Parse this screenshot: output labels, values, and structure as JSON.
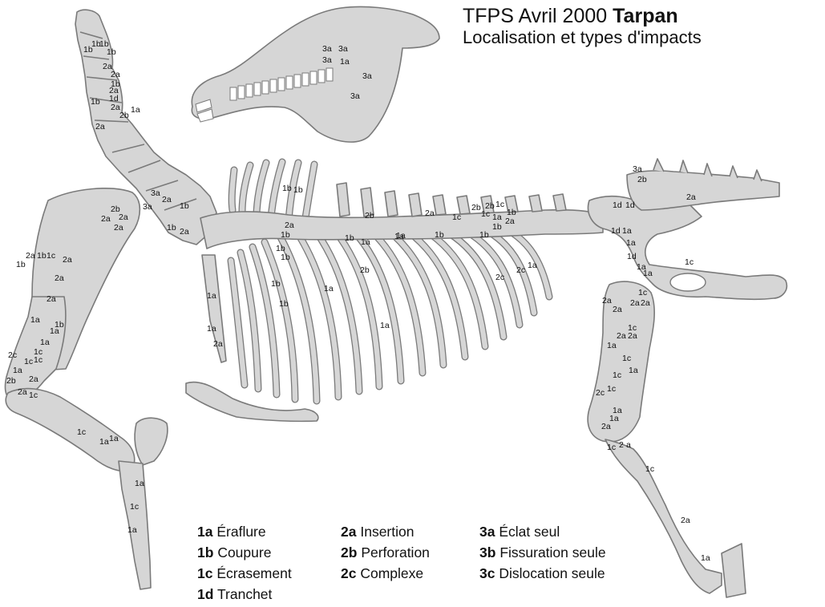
{
  "title": {
    "prefix": "TFPS Avril 2000",
    "name": "Tarpan",
    "subtitle": "Localisation et types d'impacts"
  },
  "legend": [
    {
      "code": "1a",
      "label": "Éraflure"
    },
    {
      "code": "1b",
      "label": "Coupure"
    },
    {
      "code": "1c",
      "label": "Écrasement"
    },
    {
      "code": "1d",
      "label": "Tranchet"
    },
    {
      "code": "2a",
      "label": "Insertion"
    },
    {
      "code": "2b",
      "label": "Perforation"
    },
    {
      "code": "2c",
      "label": "Complexe"
    },
    {
      "code": "3a",
      "label": "Éclat seul"
    },
    {
      "code": "3b",
      "label": "Fissuration seule"
    },
    {
      "code": "3c",
      "label": "Dislocation seule"
    }
  ],
  "impact_marks": {
    "skull": [
      "3a",
      "3a",
      "3a",
      "1a",
      "3a",
      "3a"
    ],
    "neck": [
      "1b",
      "1b",
      "1b",
      "1b",
      "2a",
      "2a",
      "1b",
      "2a",
      "1d",
      "1b",
      "2a",
      "2b",
      "1a",
      "2a"
    ],
    "withers": [
      "3a",
      "2a",
      "3a",
      "1b",
      "1b",
      "2a"
    ],
    "scapula": [
      "2b",
      "2a",
      "2a",
      "2a"
    ],
    "foreleg": [
      "1b",
      "2a",
      "1b",
      "1c",
      "2a",
      "2a",
      "2a",
      "1a",
      "1b",
      "1a",
      "1a",
      "1c",
      "2c",
      "1c",
      "1c",
      "1a",
      "2a",
      "2b",
      "2a",
      "1c",
      "1c",
      "1a",
      "1a",
      "1a",
      "1c",
      "1a"
    ],
    "sternum": [
      "1a",
      "1a",
      "2a"
    ],
    "spine": [
      "1b",
      "1b",
      "2a",
      "1b",
      "1b",
      "1b",
      "1b",
      "1a",
      "1a",
      "2b",
      "2a",
      "1c",
      "2b",
      "2b",
      "1c",
      "1c",
      "1a",
      "1b",
      "2a",
      "1b",
      "1b",
      "1a",
      "1b"
    ],
    "ribs": [
      "1b",
      "1b",
      "1a",
      "2b",
      "1a",
      "2c",
      "2c",
      "1a"
    ],
    "tail": [
      "3a",
      "2b",
      "2a"
    ],
    "pelvis": [
      "1d",
      "1d",
      "1d",
      "1a",
      "1a",
      "1d",
      "1a",
      "1c",
      "1a"
    ],
    "hindleg": [
      "1c",
      "2a",
      "2a",
      "2a",
      "2a",
      "1c",
      "2a",
      "2a",
      "1a",
      "1c",
      "1c",
      "1a",
      "1c",
      "2c",
      "1a",
      "1a",
      "2a",
      "1c",
      "2",
      "a",
      "1c",
      "2a",
      "1a"
    ]
  }
}
